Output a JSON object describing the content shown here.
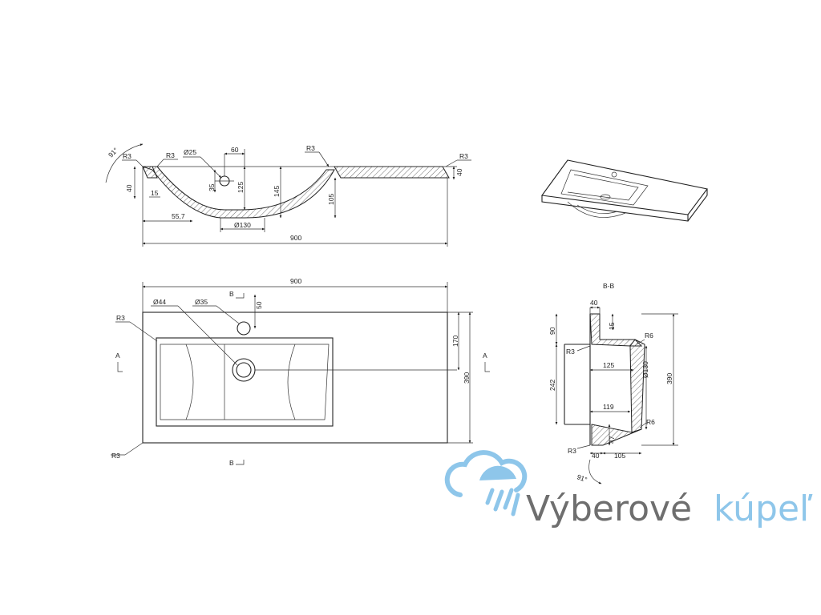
{
  "brand": {
    "name_main": "Výberové",
    "name_accent": "kúpeľ",
    "accent_color": "#8ec6ea",
    "icon": "shower-cloud-icon"
  },
  "side_view": {
    "angle": "91°",
    "radius_left": "R3",
    "radius_edge": "R3",
    "radius_deck": "R3",
    "radius_end": "R3",
    "drain_diameter": "Ø25",
    "drain_offset": "60",
    "dim_40": "40",
    "dim_15": "15",
    "dim_35": "35",
    "dim_125": "125",
    "dim_145": "145",
    "dim_105": "105",
    "dim_55_7": "55,7",
    "bottom_diameter": "Ø130",
    "total_length": "900",
    "deck_thickness": "40"
  },
  "plan_view": {
    "total_length": "900",
    "overflow_diameter": "Ø44",
    "tap_hole_diameter": "Ø35",
    "tap_hole_offset": "50",
    "corner_radius_top": "R3",
    "corner_radius_bottom": "R3",
    "dim_170": "170",
    "dim_390": "390",
    "section_b_top": "B",
    "section_b_bottom": "B",
    "section_a_left": "A",
    "section_a_right": "A"
  },
  "section_view": {
    "title": "B-B",
    "dim_40_top": "40",
    "dim_15": "15",
    "dim_90": "90",
    "radius_upper": "R6",
    "radius_left": "R3",
    "dim_125": "125",
    "diameter": "Ø130",
    "dim_242": "242",
    "dim_390": "390",
    "dim_119": "119",
    "radius_lower": "R6",
    "dim_47": "47",
    "radius_bottom": "R3",
    "dim_40_bottom": "40",
    "dim_105": "105",
    "angle": "91°"
  }
}
